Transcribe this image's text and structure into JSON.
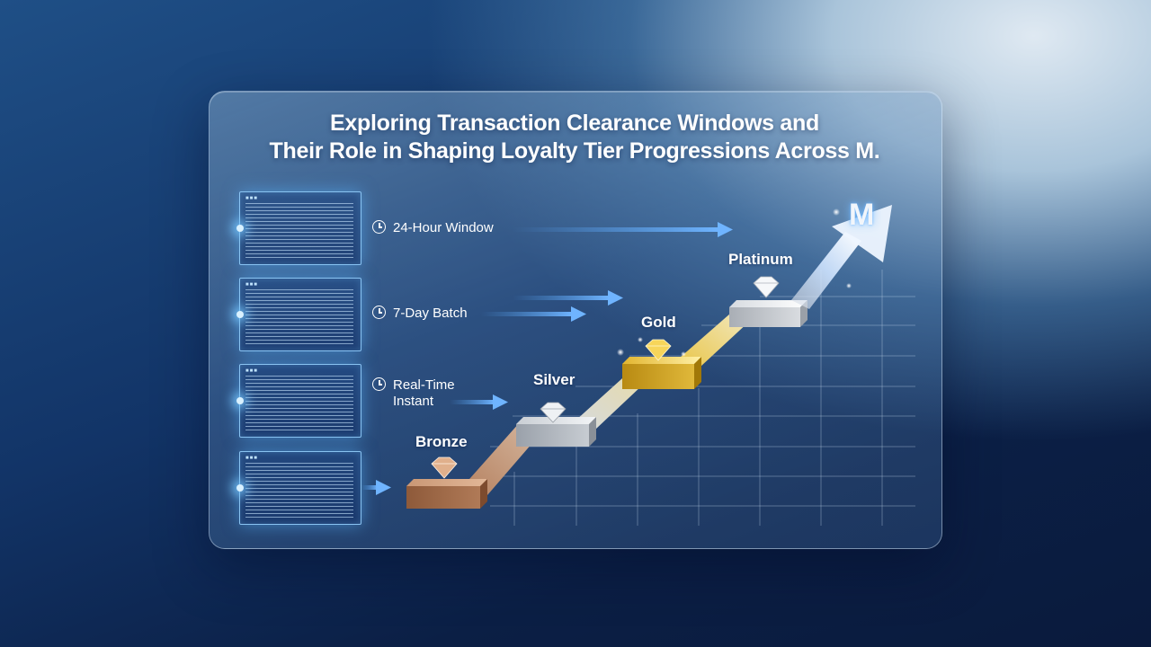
{
  "title": {
    "line1": "Exploring Transaction Clearance Windows and",
    "line2": "Their Role in Shaping Loyalty Tier Progressions Across M."
  },
  "windows": [
    {
      "label": "24-Hour Window",
      "icon": "clock-icon"
    },
    {
      "label": "7-Day Batch",
      "icon": "clock-icon"
    },
    {
      "label_line1": "Real-Time",
      "label_line2": "Instant",
      "icon": "clock-icon"
    }
  ],
  "tiers": [
    "Bronze",
    "Silver",
    "Gold",
    "Platinum"
  ],
  "brand_mark": "M",
  "colors": {
    "bronze": "#b7825f",
    "silver": "#cfd4da",
    "gold": "#e3bf3f",
    "platinum": "#dcdfe4",
    "arrow": "#4f9bea"
  }
}
